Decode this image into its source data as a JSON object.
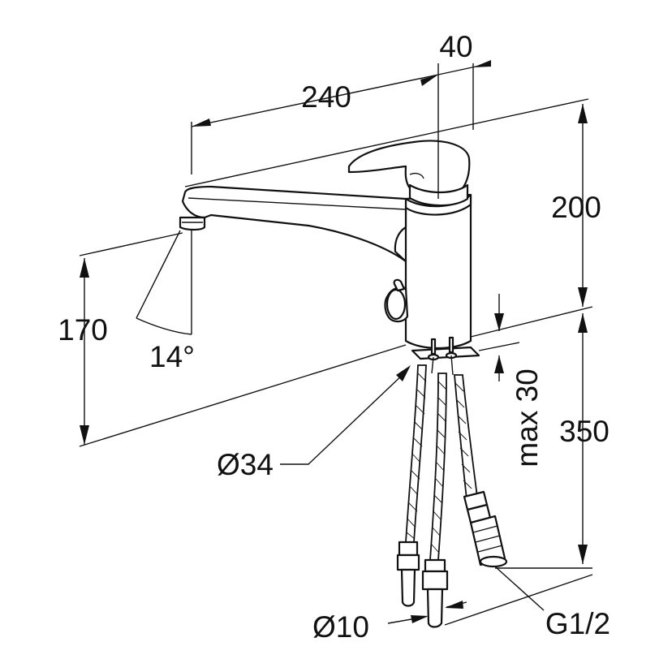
{
  "dimensions": {
    "width_total": "240",
    "outlet_offset": "40",
    "height_upper": "200",
    "spout_height": "170",
    "angle": "14°",
    "hole_diameter": "Ø34",
    "max_deck": "max 30",
    "hose_length": "350",
    "hose_diameter": "Ø10",
    "thread": "G1/2"
  }
}
